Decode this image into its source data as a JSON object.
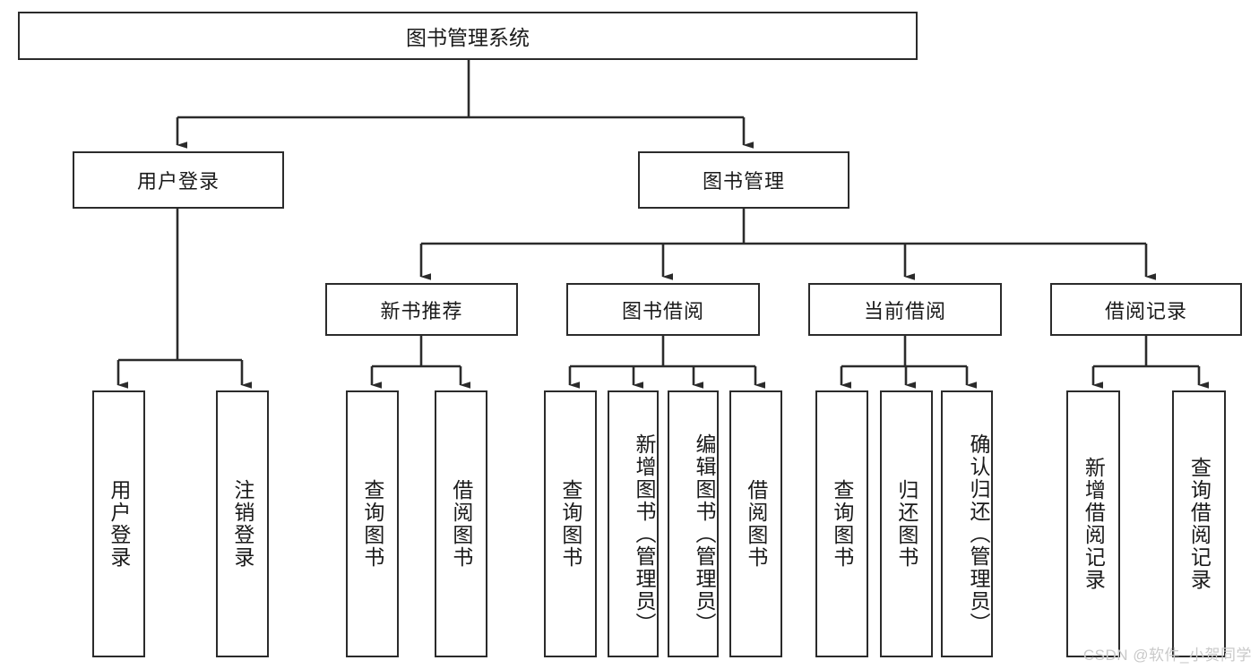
{
  "diagram": {
    "title": "图书管理系统",
    "type": "hierarchy-tree",
    "watermark": "CSDN @软件_小贺同学",
    "levels": {
      "root": {
        "label": "图书管理系统"
      },
      "level2": [
        {
          "id": "user-login",
          "label": "用户登录"
        },
        {
          "id": "book-manage",
          "label": "图书管理"
        }
      ],
      "level3": [
        {
          "id": "new-book-recommend",
          "label": "新书推荐",
          "parent": "book-manage"
        },
        {
          "id": "book-borrow",
          "label": "图书借阅",
          "parent": "book-manage"
        },
        {
          "id": "current-borrow",
          "label": "当前借阅",
          "parent": "book-manage"
        },
        {
          "id": "borrow-record",
          "label": "借阅记录",
          "parent": "book-manage"
        }
      ],
      "leaves": [
        {
          "id": "leaf-user-login",
          "label": "用户登录",
          "parent": "user-login"
        },
        {
          "id": "leaf-logout",
          "label": "注销登录",
          "parent": "user-login"
        },
        {
          "id": "leaf-query-book-1",
          "label": "查询图书",
          "parent": "new-book-recommend"
        },
        {
          "id": "leaf-borrow-book-1",
          "label": "借阅图书",
          "parent": "new-book-recommend"
        },
        {
          "id": "leaf-query-book-2",
          "label": "查询图书",
          "parent": "book-borrow"
        },
        {
          "id": "leaf-add-book",
          "label": "新增图书（管理员）",
          "parent": "book-borrow"
        },
        {
          "id": "leaf-edit-book",
          "label": "编辑图书（管理员）",
          "parent": "book-borrow"
        },
        {
          "id": "leaf-borrow-book-2",
          "label": "借阅图书",
          "parent": "book-borrow"
        },
        {
          "id": "leaf-query-book-3",
          "label": "查询图书",
          "parent": "current-borrow"
        },
        {
          "id": "leaf-return-book",
          "label": "归还图书",
          "parent": "current-borrow"
        },
        {
          "id": "leaf-confirm-return",
          "label": "确认归还（管理员）",
          "parent": "current-borrow"
        },
        {
          "id": "leaf-add-record",
          "label": "新增借阅记录",
          "parent": "borrow-record"
        },
        {
          "id": "leaf-query-record",
          "label": "查询借阅记录",
          "parent": "borrow-record"
        }
      ]
    },
    "style": {
      "box_border": "#2b2b2b",
      "box_fill": "#ffffff",
      "connector": "#2b2b2b",
      "text": "#1a1a1a"
    }
  }
}
